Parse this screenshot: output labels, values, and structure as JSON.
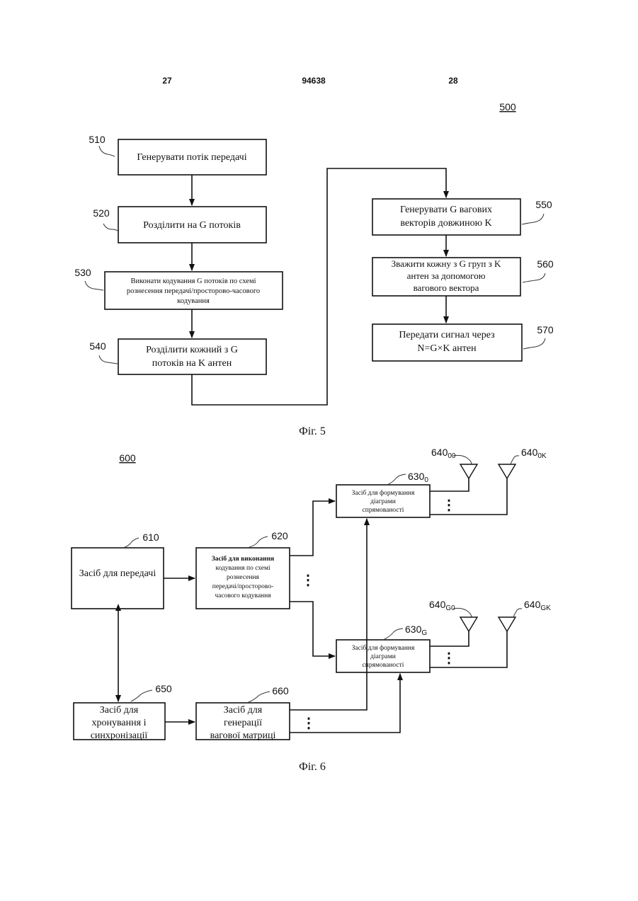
{
  "header": {
    "page_left": "27",
    "doc_number": "94638",
    "page_right": "28"
  },
  "fig5": {
    "ref": "500",
    "caption": "Фіг. 5",
    "steps": [
      {
        "id": "510",
        "lines": [
          "Генерувати потік передачі"
        ]
      },
      {
        "id": "520",
        "lines": [
          "Розділити на G потоків"
        ]
      },
      {
        "id": "530",
        "lines": [
          "Виконати кодування G потоків по схемі",
          "рознесення передачі/просторово-часового",
          "кодування"
        ]
      },
      {
        "id": "540",
        "lines": [
          "Розділити кожний з G",
          "потоків на K антен"
        ]
      },
      {
        "id": "550",
        "lines": [
          "Генерувати G вагових",
          "векторів довжиною K"
        ]
      },
      {
        "id": "560",
        "lines": [
          "Зважити кожну з G груп з K",
          "антен за допомогою",
          "вагового вектора"
        ]
      },
      {
        "id": "570",
        "lines": [
          "Передати сигнал через",
          "N=G×K антен"
        ]
      }
    ]
  },
  "fig6": {
    "ref": "600",
    "caption": "Фіг. 6",
    "blocks": {
      "b610": {
        "id": "610",
        "lines": [
          "Засіб для передачі"
        ]
      },
      "b620": {
        "id": "620",
        "lines": [
          "Засіб для виконання",
          "кодування по схемі",
          "рознесення",
          "передачі/просторово-",
          "часового кодування"
        ]
      },
      "b630_0": {
        "id": "630",
        "sub": "0",
        "lines": [
          "Засіб для формування",
          "діаграми",
          "спрямованості"
        ]
      },
      "b630_G": {
        "id": "630",
        "sub": "G",
        "lines": [
          "Засіб для формування",
          "діаграми",
          "спрямованості"
        ]
      },
      "b650": {
        "id": "650",
        "lines": [
          "Засіб для",
          "хронування і",
          "синхронізації"
        ]
      },
      "b660": {
        "id": "660",
        "lines": [
          "Засіб для",
          "генерації",
          "вагової матриці"
        ]
      }
    },
    "antennas": [
      {
        "id": "640",
        "sub": "00"
      },
      {
        "id": "640",
        "sub": "0K"
      },
      {
        "id": "640",
        "sub": "G0"
      },
      {
        "id": "640",
        "sub": "GK"
      }
    ],
    "ellipsis": "⋮"
  }
}
